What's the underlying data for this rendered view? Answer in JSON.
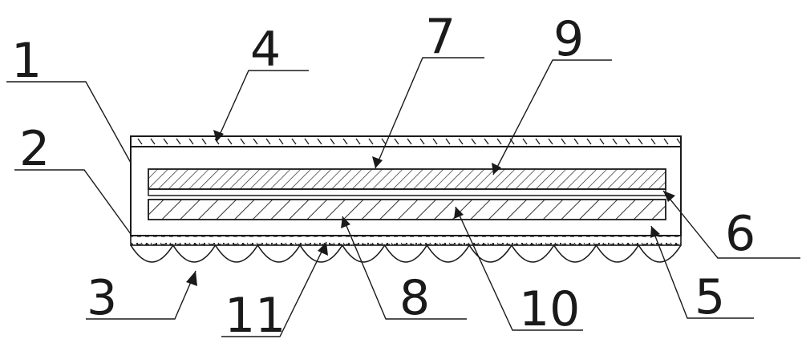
{
  "diagram": {
    "labels": {
      "l1": "1",
      "l2": "2",
      "l3": "3",
      "l4": "4",
      "l5": "5",
      "l6": "6",
      "l7": "7",
      "l8": "8",
      "l9": "9",
      "l10": "10",
      "l11": "11"
    },
    "colors": {
      "stroke": "#1a1a1a",
      "background": "#ffffff"
    }
  }
}
